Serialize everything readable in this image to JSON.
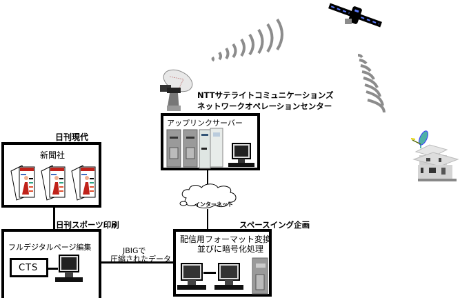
{
  "colors": {
    "line": "#000000",
    "wave": "#8c8c8c",
    "panel_blue": "#5b7bff",
    "server_gray": "#9a9a9a",
    "dish_teal": "#4fb0a8",
    "paper_red": "#c0221a"
  },
  "satellite": {
    "icon": "satellite-icon"
  },
  "ntt": {
    "title_line1": "NTTサテライトコミュニケーションズ",
    "title_line2": "ネットワークオペレーションセンター",
    "uplink_label": "アップリンクサーバー",
    "icon": "satellite-dish-icon"
  },
  "internet": {
    "label": "インターネット",
    "icon": "cloud-icon"
  },
  "nikkan_gendai": {
    "title": "日刊現代",
    "box_label": "新聞社",
    "newspaper_count": 3,
    "icon": "newspaper-icon"
  },
  "nikkan_sports": {
    "title": "日刊スポーツ印刷",
    "box_label": "フルデジタルページ編集",
    "cts_label": "CTS",
    "icon": "computer-icon"
  },
  "link": {
    "line1": "JBIGで",
    "line2": "圧縮されたデータ"
  },
  "space_wing": {
    "title": "スペースイング企画",
    "box_line1": "配信用フォーマット変換",
    "box_line2": "並びに暗号化処理",
    "icon": "server-icon"
  },
  "home": {
    "icon": "house-icon"
  }
}
